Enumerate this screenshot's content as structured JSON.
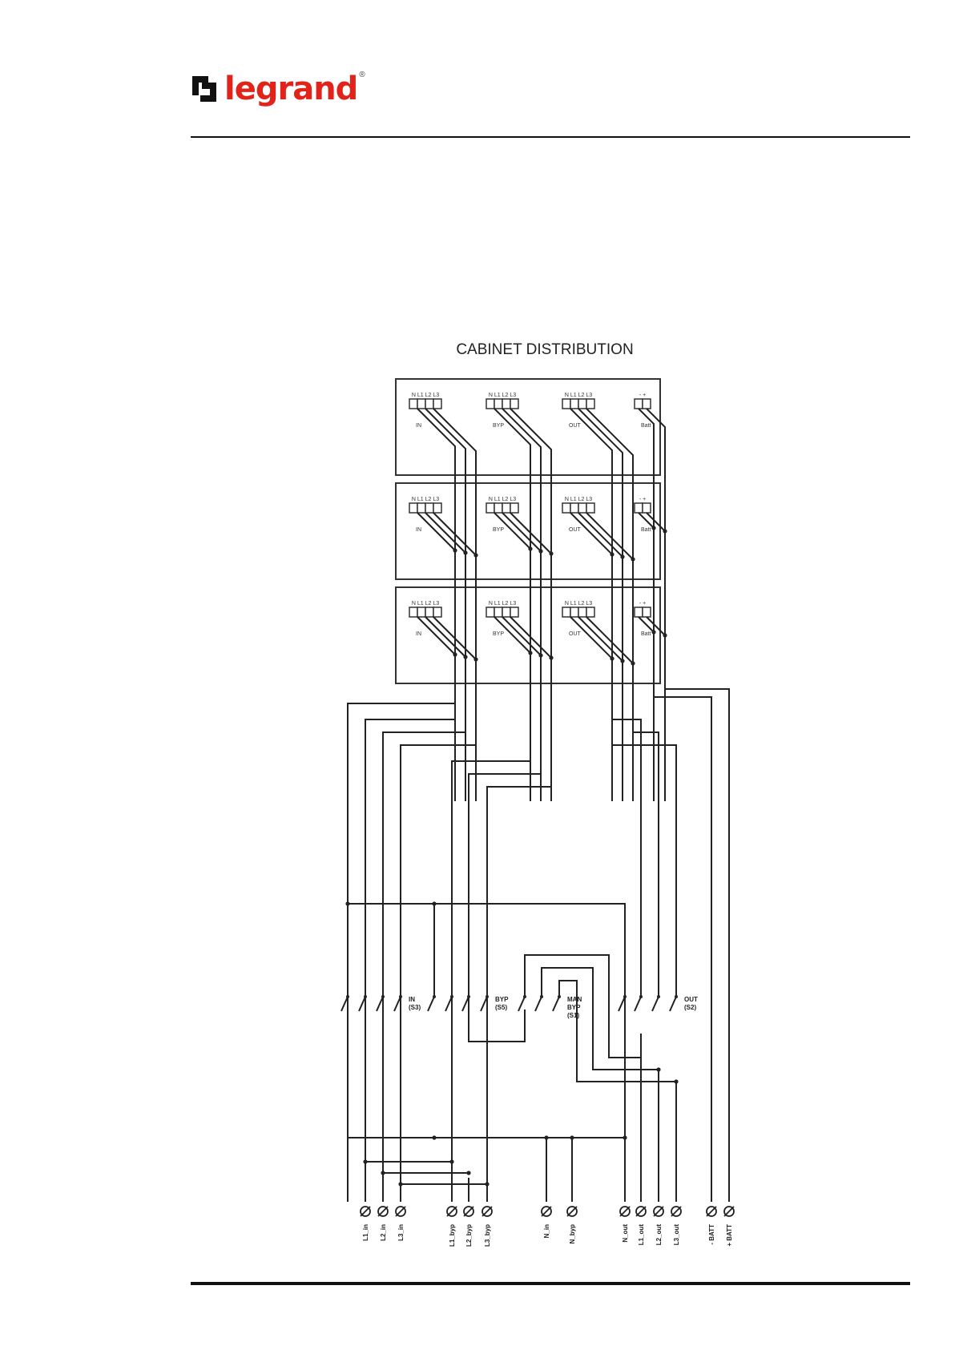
{
  "brand": {
    "name": "legrand",
    "registered": "®",
    "color": "#e2231a"
  },
  "diagram": {
    "title": "CABINET DISTRIBUTION",
    "cabinet_terminals": {
      "groups": [
        {
          "pins": "N L1 L2 L3",
          "label": "IN"
        },
        {
          "pins": "N L1 L2 L3",
          "label": "BYP"
        },
        {
          "pins": "N L1 L2 L3",
          "label": "OUT"
        },
        {
          "pins": "- +",
          "label": "Batt"
        }
      ]
    },
    "switches": [
      {
        "line1": "IN",
        "line2": "(S3)"
      },
      {
        "line1": "BYP",
        "line2": "(S5)"
      },
      {
        "line1": "MAN",
        "line2": "BYP",
        "line3": "(S1)"
      },
      {
        "line1": "OUT",
        "line2": "(S2)"
      }
    ],
    "terminals": [
      "L1_in",
      "L2_in",
      "L3_in",
      "L1_byp",
      "L2_byp",
      "L3_byp",
      "N_in",
      "N_byp",
      "N_out",
      "L1_out",
      "L2_out",
      "L3_out",
      "- BATT",
      "+ BATT"
    ]
  }
}
